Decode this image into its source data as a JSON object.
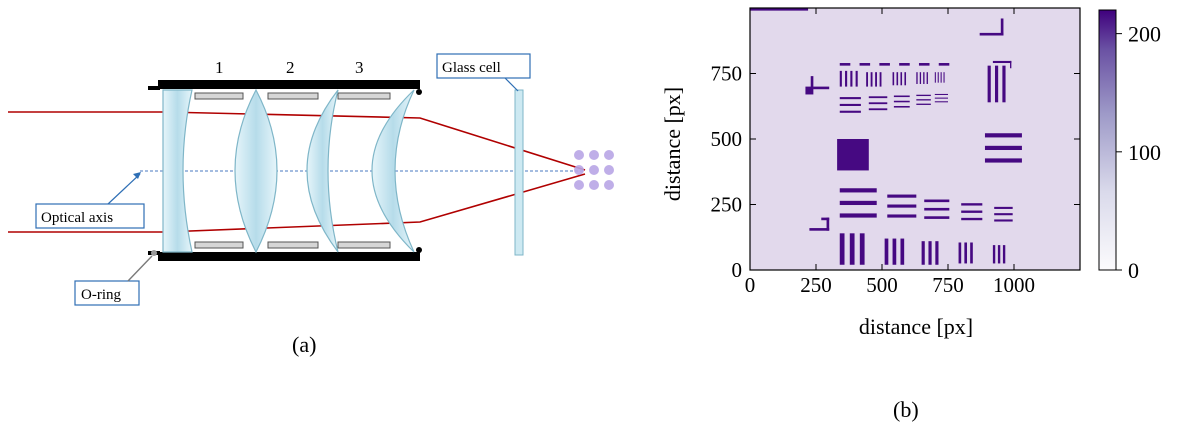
{
  "panel_a": {
    "caption": "(a)",
    "lens_numbers": [
      "1",
      "2",
      "3"
    ],
    "labels": {
      "glass_cell": "Glass cell",
      "optical_axis": "Optical axis",
      "o_ring": "O-ring"
    },
    "colors": {
      "ray": "#b00000",
      "lens_fill": "#c7e6f0",
      "lens_stroke": "#7fb6c8",
      "barrel": "#000000",
      "callout_border": "#2f6fb5",
      "dots": "#b9a6e6"
    }
  },
  "panel_b": {
    "caption": "(b)",
    "chart_data": {
      "type": "heatmap",
      "xlabel": "distance [px]",
      "ylabel": "distance [px]",
      "xlim": [
        0,
        1250
      ],
      "ylim": [
        0,
        1000
      ],
      "x_ticks": [
        "0",
        "250",
        "500",
        "750",
        "1000"
      ],
      "x_tick_values": [
        0,
        250,
        500,
        750,
        1000
      ],
      "y_ticks": [
        "0",
        "250",
        "500",
        "750"
      ],
      "y_tick_values": [
        0,
        250,
        500,
        750
      ],
      "colorbar": {
        "range": [
          0,
          220
        ],
        "tick_labels": [
          "0",
          "100",
          "200"
        ],
        "tick_values": [
          0,
          100,
          200
        ],
        "colormap": "Purples"
      },
      "background_value": 18,
      "feature_value": 210
    }
  }
}
